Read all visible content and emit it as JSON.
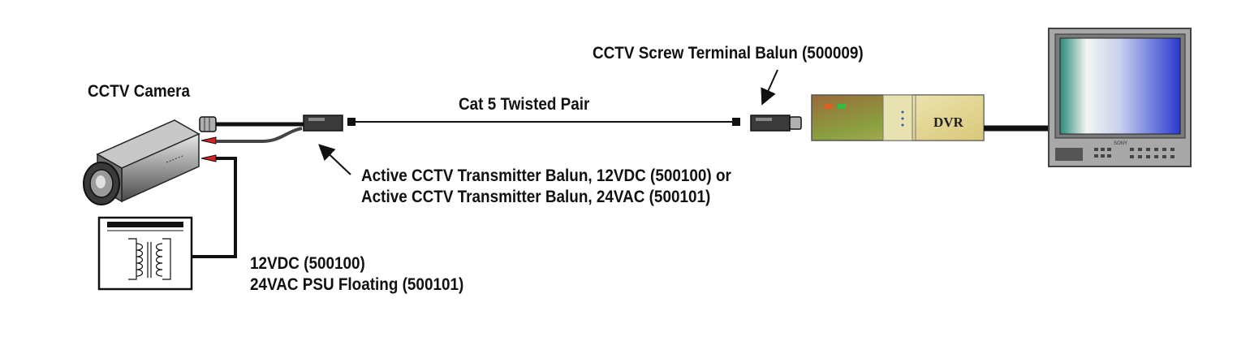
{
  "labels": {
    "camera": "CCTV Camera",
    "cable": "Cat 5 Twisted Pair",
    "screw_balun": "CCTV Screw Terminal Balun (500009)",
    "active_balun_line1": "Active CCTV Transmitter Balun, 12VDC (500100) or",
    "active_balun_line2": "Active CCTV Transmitter Balun, 24VAC (500101)",
    "psu_line1": "12VDC (500100)",
    "psu_line2": "24VAC PSU Floating (500101)",
    "dvr": "DVR",
    "monitor_brand": "SONY"
  },
  "colors": {
    "line": "#111111",
    "wire_red": "#d82020",
    "dvr_green": "#8aa040",
    "dvr_brown": "#9a6a3a",
    "dvr_cream": "#e7dfa8",
    "screen_blue": "#2a3ad0"
  },
  "icons": [
    "camera-icon",
    "transformer-icon",
    "balun-icon",
    "dvr-icon",
    "monitor-icon",
    "arrow-icon"
  ]
}
